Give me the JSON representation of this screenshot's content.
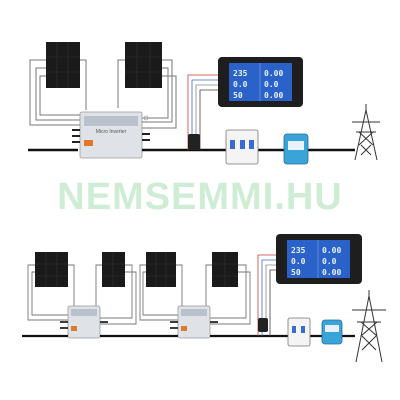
{
  "watermark": {
    "text": "NEMSEMMI.HU"
  },
  "inverter": {
    "label": "Micro Inverter"
  },
  "meter_top": {
    "rows": [
      {
        "left": "235",
        "right": "0.00"
      },
      {
        "left": "0.0",
        "right": "0.0"
      },
      {
        "left": "50",
        "right": "0.00"
      }
    ]
  },
  "meter_bottom": {
    "rows": [
      {
        "left": "235",
        "right": "0.00"
      },
      {
        "left": "0.0",
        "right": "0.0"
      },
      {
        "left": "50",
        "right": "0.00"
      }
    ]
  },
  "colors": {
    "panel": "#1a1a1a",
    "lcd": "#2a62c9",
    "inverter_accent": "#e07a2a",
    "meter_body": "#3aa4d8",
    "cable": "#111111",
    "wire_red": "#d23a3a",
    "wire_blue": "#3a6bd2"
  }
}
